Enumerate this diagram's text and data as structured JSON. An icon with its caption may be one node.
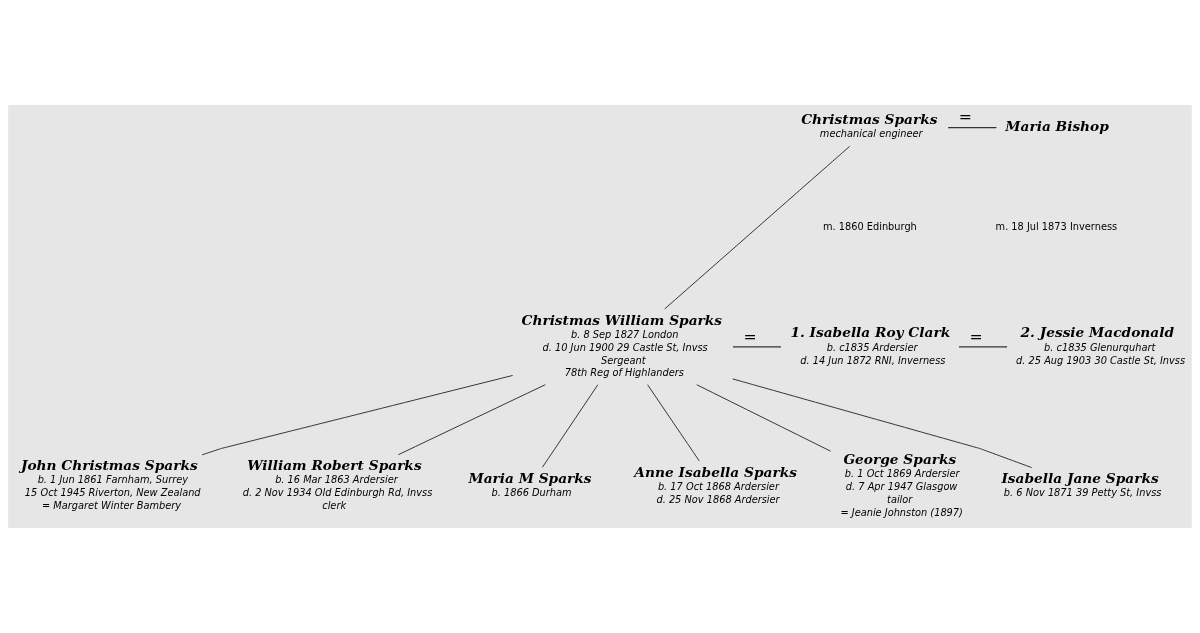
{
  "diagram": {
    "nodes": [
      {
        "text": [
          "Christmas Sparks",
          "mechanical engineer"
        ]
      },
      {
        "text": [
          "Maria Bishop"
        ]
      },
      {
        "text": [
          "Christmas William Sparks",
          "b. 8 Sep 1827 London",
          "d. 10 Jun 1900 29 Castle St, Invss",
          "Sergeant",
          "78th Reg of Highlanders"
        ]
      },
      {
        "text": [
          "1. Isabella Roy Clark",
          "b. c1835 Ardersier",
          "d. 14 Jun 1872 RNI, Inverness"
        ]
      },
      {
        "text": [
          "2. Jessie Macdonald",
          "b. c1835 Glenurquhart",
          "d. 25 Aug 1903 30 Castle St, Invss"
        ]
      },
      {
        "text": [
          "John Christmas Sparks",
          "b. 1 Jun 1861 Farnham, Surrey",
          "15 Oct 1945 Riverton, New Zealand",
          "= Margaret Winter Bambery"
        ]
      },
      {
        "text": [
          "William Robert Sparks",
          "b. 16 Mar 1863 Ardersier",
          "d. 2 Nov 1934 Old Edinburgh Rd, Invss",
          "clerk"
        ]
      },
      {
        "text": [
          "Maria M Sparks",
          "b. 1866 Durham"
        ]
      },
      {
        "text": [
          "Anne Isabella Sparks",
          "b. 17 Oct 1868 Ardersier",
          "d. 25 Nov 1868 Ardersier"
        ]
      },
      {
        "text": [
          "George Sparks",
          "b. 1 Oct 1869 Ardersier",
          "d. 7 Apr 1947 Glasgow",
          "tailor",
          "= Jeanie Johnston (1897)"
        ]
      },
      {
        "text": [
          "Isabella Jane Sparks",
          "b. 6 Nov 1871 39 Petty St, Invss"
        ]
      }
    ],
    "edges": [
      {
        "from": 0,
        "to": 1,
        "arrow": "none",
        "label": "="
      },
      {
        "from": 0,
        "to": 2,
        "arrow": "none"
      },
      {
        "from": 2,
        "to": 3,
        "arrow": "none",
        "label": "="
      },
      {
        "from": 3,
        "to": 4,
        "arrow": "none",
        "label": "="
      },
      {
        "from": 2,
        "to": 5,
        "arrow": "none"
      },
      {
        "from": 2,
        "to": 6,
        "arrow": "none"
      },
      {
        "from": 2,
        "to": 7,
        "arrow": "none"
      },
      {
        "from": 2,
        "to": 8,
        "arrow": "none"
      },
      {
        "from": 2,
        "to": 9,
        "arrow": "none"
      },
      {
        "from": 2,
        "to": 10,
        "arrow": "none"
      }
    ],
    "labels": [
      "m. 1860 Edinburgh",
      "m. 18 Jul 1873 Inverness"
    ]
  }
}
